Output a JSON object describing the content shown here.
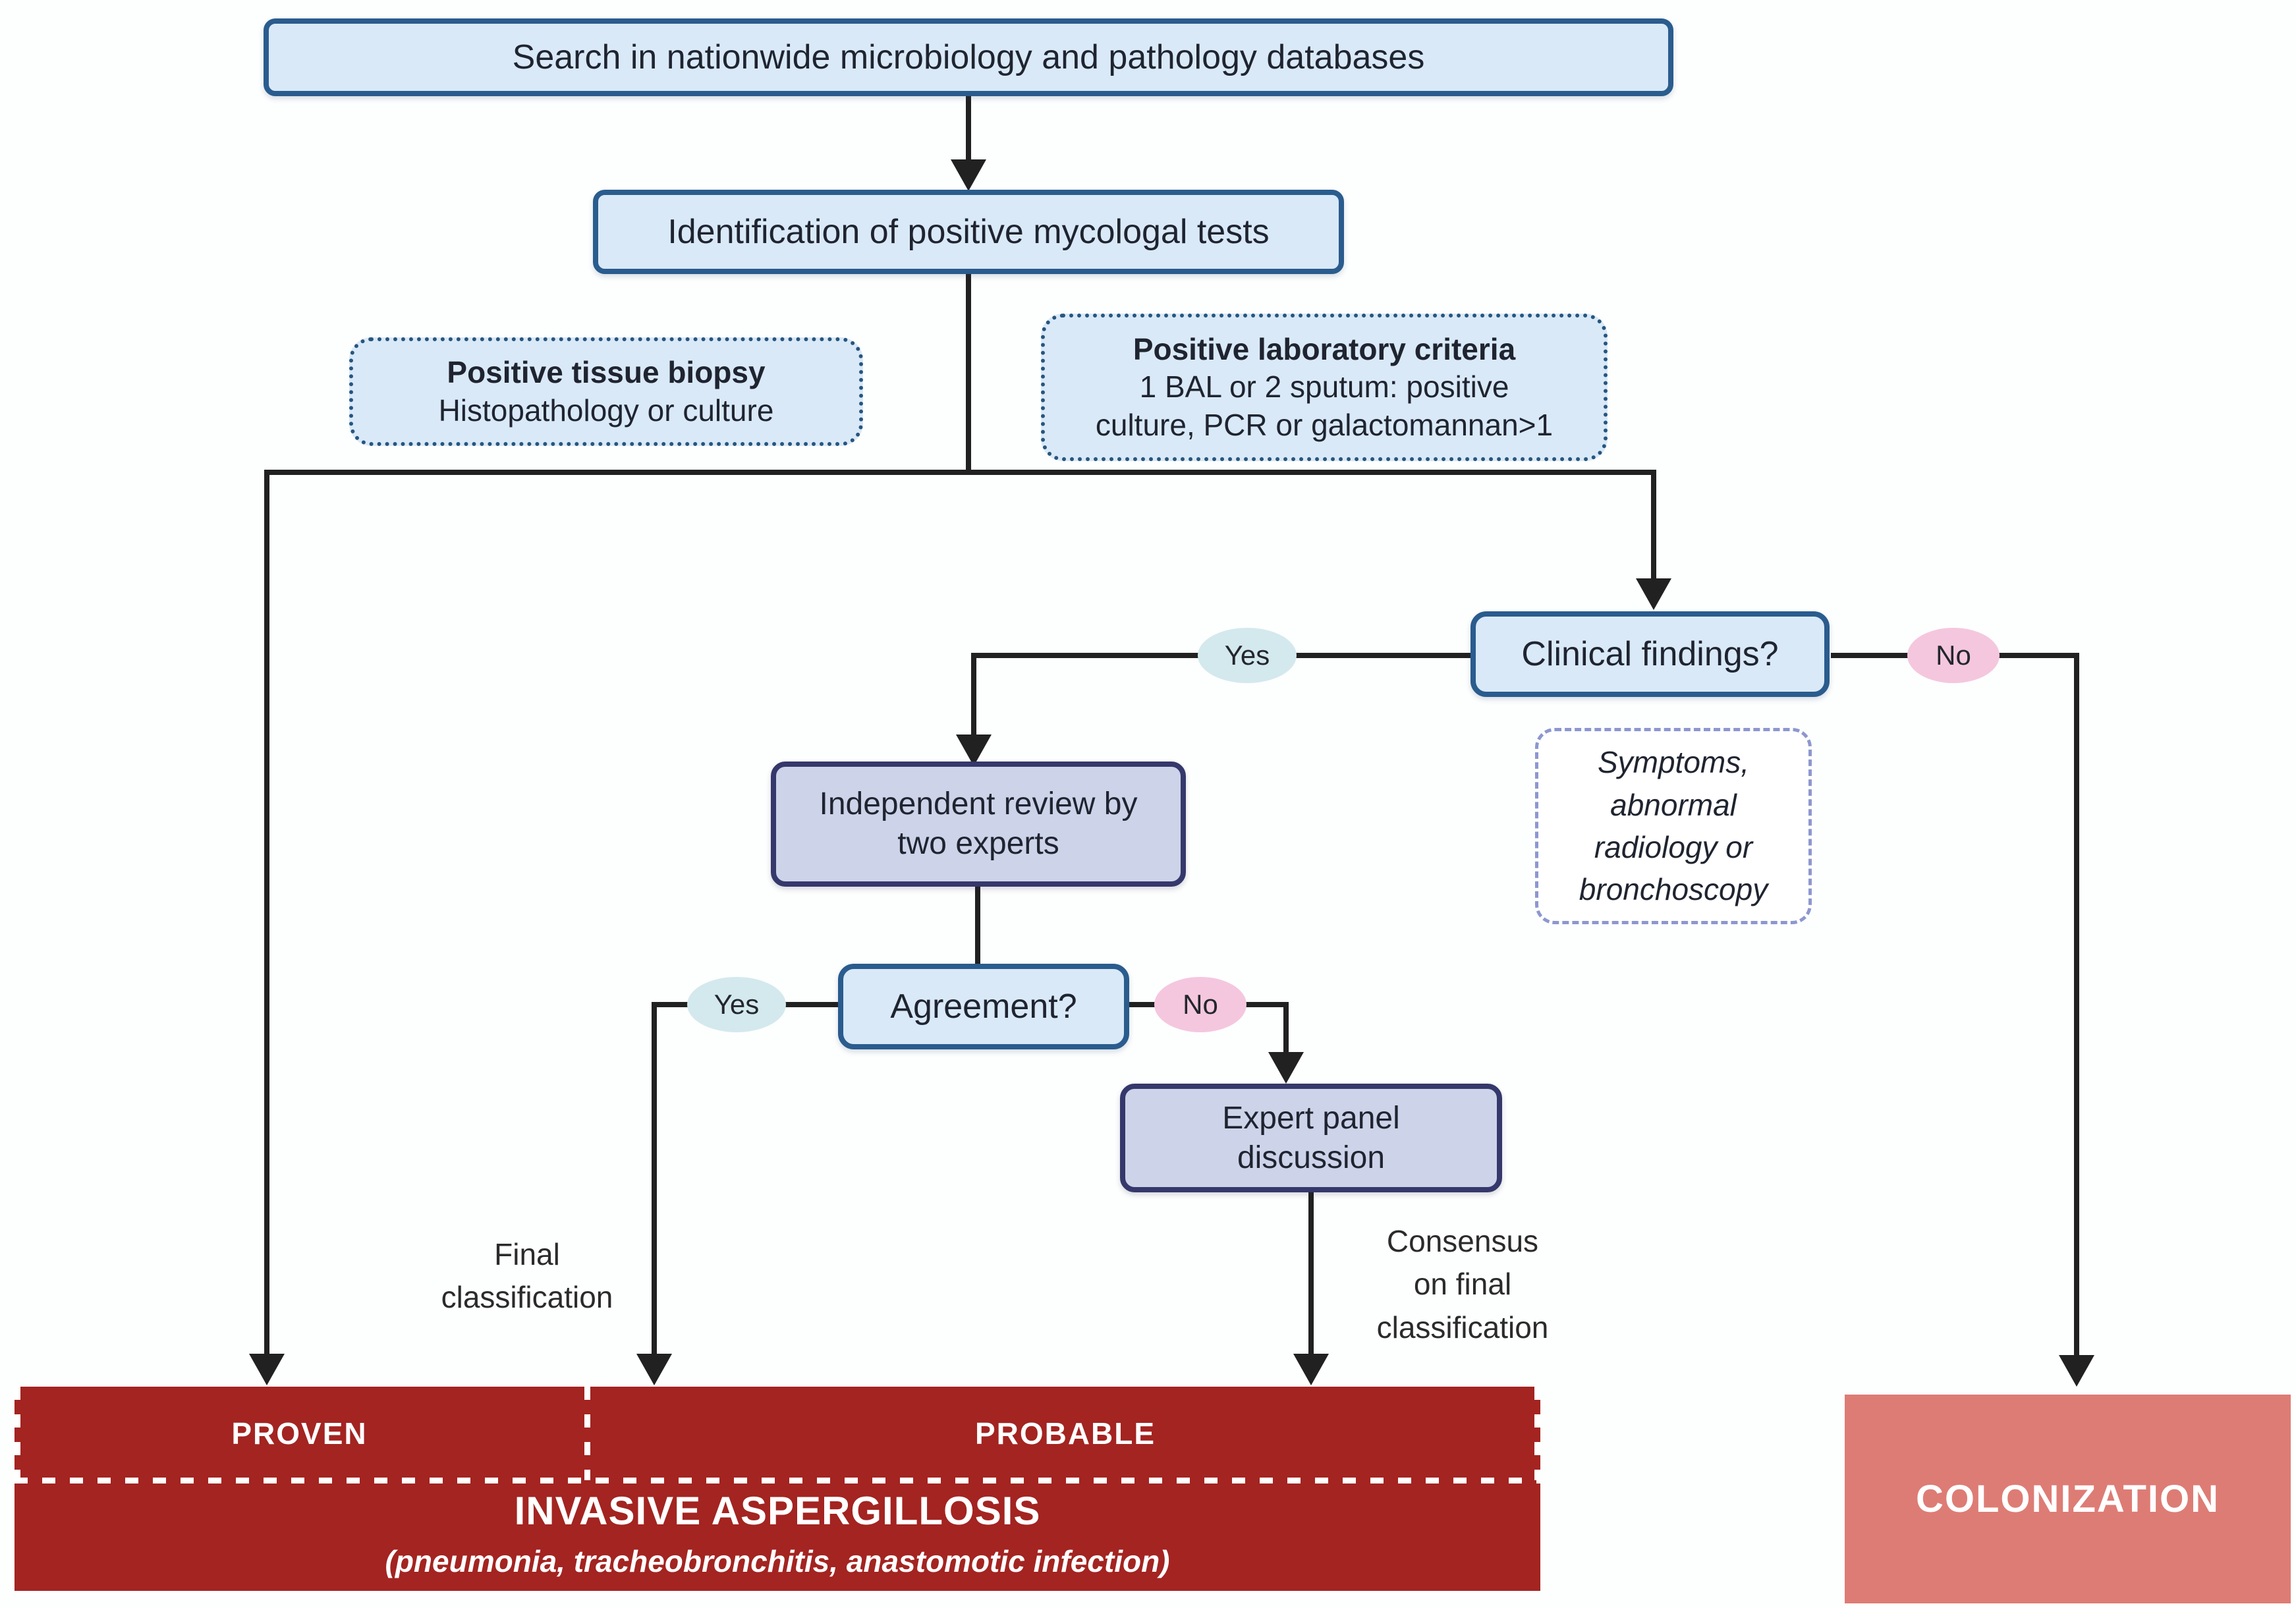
{
  "colors": {
    "line": "#212121",
    "blue_fill": "#d9e9f8",
    "blue_border": "#2a5c8e",
    "dotted_border": "#27567f",
    "lavender_fill": "#cdd3e9",
    "lavender_border": "#35386b",
    "yes_fill": "#d4e9ed",
    "no_fill": "#f4c7de",
    "dark_red": "#a32421",
    "salmon": "#dd7c75",
    "symptoms_border": "#8d97cf"
  },
  "nodes": {
    "search": {
      "label": "Search in nationwide microbiology and pathology databases"
    },
    "identification": {
      "label": "Identification of positive mycologal tests"
    },
    "tissue_biopsy": {
      "title": "Positive tissue biopsy",
      "body": "Histopathology or culture"
    },
    "lab_criteria": {
      "title": "Positive laboratory criteria",
      "body_line1": "1 BAL or 2 sputum: positive",
      "body_line2": "culture, PCR or galactomannan>1"
    },
    "clinical_findings": {
      "label": "Clinical findings?"
    },
    "symptoms_note": {
      "line1": "Symptoms,",
      "line2": "abnormal",
      "line3": "radiology or",
      "line4": "bronchoscopy"
    },
    "independent_review": {
      "line1": "Independent review by",
      "line2": "two experts"
    },
    "agreement": {
      "label": "Agreement?"
    },
    "expert_panel": {
      "line1": "Expert panel",
      "line2": "discussion"
    }
  },
  "edge_labels": {
    "yes": "Yes",
    "no": "No"
  },
  "annotations": {
    "final_classification": {
      "line1": "Final",
      "line2": "classification"
    },
    "consensus": {
      "line1": "Consensus",
      "line2": "on final",
      "line3": "classification"
    }
  },
  "outcomes": {
    "proven": "PROVEN",
    "probable": "PROBABLE",
    "invasive_title": "INVASIVE ASPERGILLOSIS",
    "invasive_subtitle": "(pneumonia, tracheobronchitis, anastomotic infection)",
    "colonization": "COLONIZATION"
  }
}
